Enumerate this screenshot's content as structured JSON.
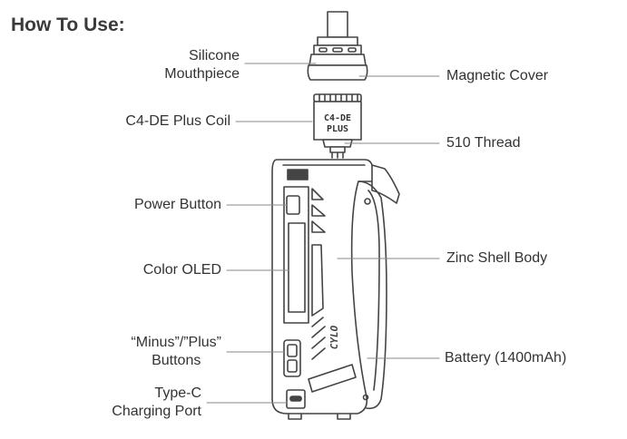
{
  "title": "How To Use:",
  "labels": {
    "silicone_mouthpiece": "Silicone\nMouthpiece",
    "magnetic_cover": "Magnetic Cover",
    "coil": "C4-DE Plus Coil",
    "thread": "510 Thread",
    "power_button": "Power Button",
    "zinc_shell": "Zinc Shell Body",
    "color_oled": "Color OLED",
    "minus_plus": "“Minus”/”Plus”\nButtons",
    "battery": "Battery (1400mAh)",
    "type_c": "Type-C\nCharging Port"
  },
  "device_text": {
    "coil_line1": "C4-DE",
    "coil_line2": "PLUS",
    "brand": "CYLO"
  }
}
